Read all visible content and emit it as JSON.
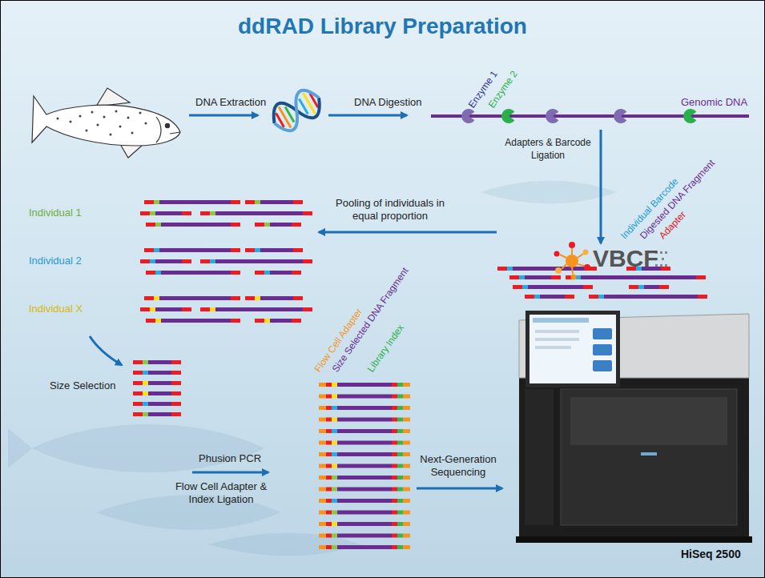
{
  "diagram": {
    "title": "ddRAD Library Preparation",
    "labels": [
      "DNA Extraction",
      "DNA Digestion",
      "Enzyme 1",
      "Enzyme 2",
      "Genomic DNA",
      "Adapters & Barcode Ligation",
      "Individual Barcode",
      "Digested DNA Fragment",
      "Adapter",
      "Pooling of individuals in equal proportion",
      "Individual 1",
      "Individual 2",
      "Individual X",
      "Size Selection",
      "Flow Cell Adapter",
      "Size Selected DNA Fragment",
      "Library Index",
      "Phusion PCR",
      "Flow Cell Adapter & Index Ligation",
      "Next-Generation Sequencing",
      "VBCF",
      "HiSeq 2500"
    ]
  }
}
